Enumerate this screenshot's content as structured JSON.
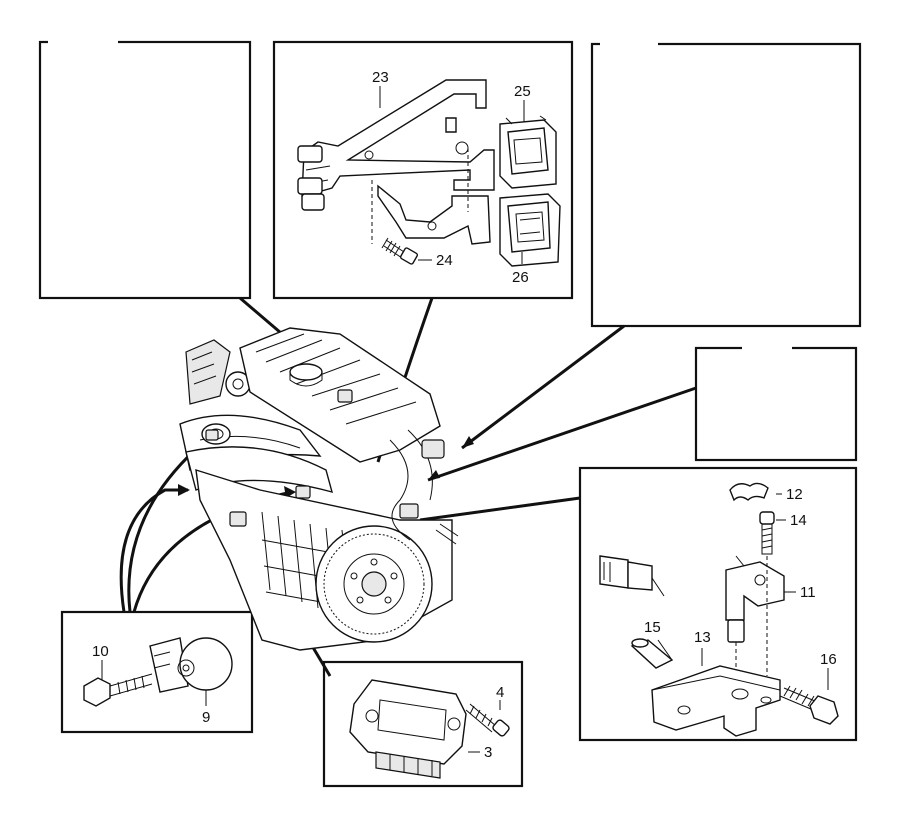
{
  "callouts": {
    "p3": "3",
    "p4": "4",
    "p9": "9",
    "p10": "10",
    "p11": "11",
    "p12": "12",
    "p13": "13",
    "p14": "14",
    "p15": "15",
    "p16": "16",
    "p23": "23",
    "p24": "24",
    "p25": "25",
    "p26": "26"
  }
}
